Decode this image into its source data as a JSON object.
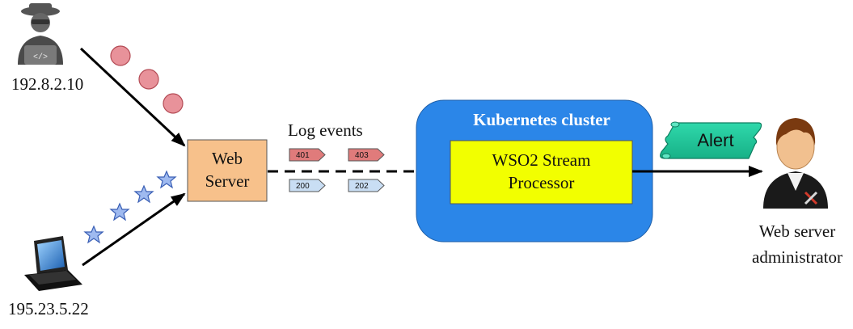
{
  "attacker": {
    "ip": "192.8.2.10"
  },
  "user": {
    "ip": "195.23.5.22"
  },
  "web_server": {
    "line1": "Web",
    "line2": "Server"
  },
  "log_events": {
    "title": "Log events",
    "tags": [
      {
        "text": "401",
        "color": "#e07b7b"
      },
      {
        "text": "403",
        "color": "#e07b7b"
      },
      {
        "text": "200",
        "color": "#c9def4"
      },
      {
        "text": "202",
        "color": "#c9def4"
      }
    ]
  },
  "cluster": {
    "title": "Kubernetes cluster",
    "processor_line1": "WSO2 Stream",
    "processor_line2": "Processor",
    "fill": "#2b86e8",
    "processor_fill": "#f2ff00"
  },
  "alert": {
    "text": "Alert",
    "color": "#1fc59a"
  },
  "admin": {
    "line1": "Web server",
    "line2": "administrator"
  }
}
